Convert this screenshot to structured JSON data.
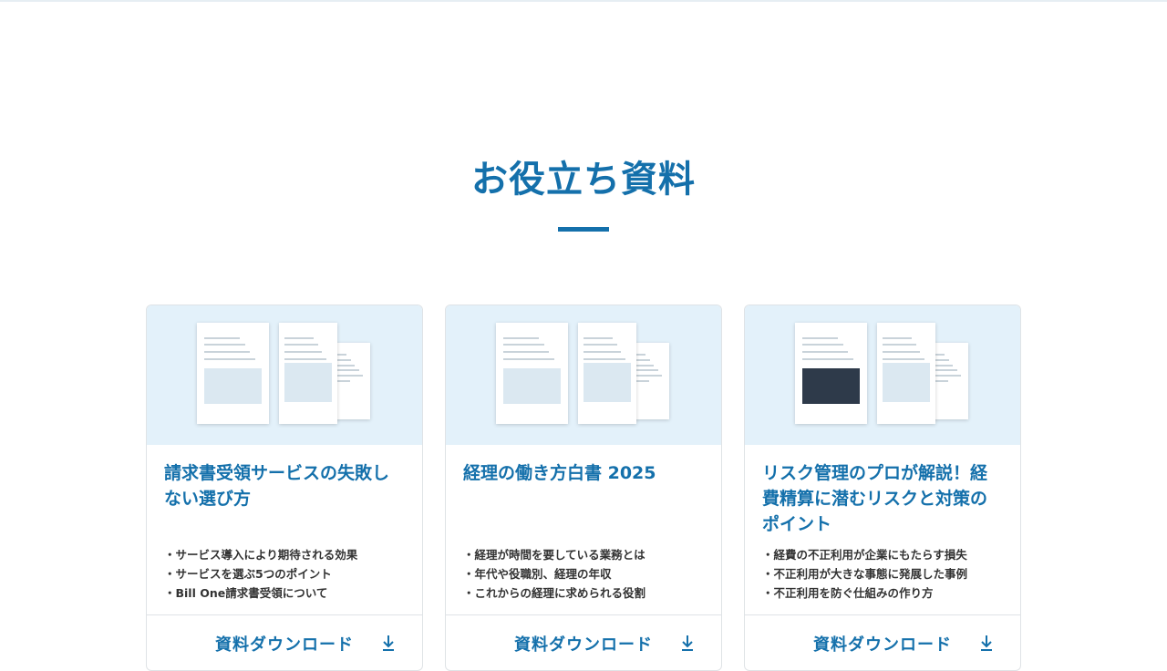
{
  "section": {
    "title": "お役立ち資料"
  },
  "cards": [
    {
      "title": "請求書受領サービスの失敗しない選び方",
      "bullets": [
        "・サービス導入により期待される効果",
        "・サービスを選ぶ5つのポイント",
        "・Bill One請求書受領について"
      ],
      "button": "資料ダウンロード",
      "icon": "download-icon"
    },
    {
      "title": "経理の働き方白書 2025",
      "bullets": [
        "・経理が時間を要している業務とは",
        "・年代や役職別、経理の年収",
        "・これからの経理に求められる役割"
      ],
      "button": "資料ダウンロード",
      "icon": "download-icon"
    },
    {
      "title": "リスク管理のプロが解説！経費精算に潜むリスクと対策のポイント",
      "bullets": [
        "・経費の不正利用が企業にもたらす損失",
        "・不正利用が大きな事態に発展した事例",
        "・不正利用を防ぐ仕組みの作り方"
      ],
      "button": "資料ダウンロード",
      "icon": "download-icon"
    }
  ],
  "colors": {
    "accent": "#1470ab",
    "thumb_bg": "#e3f1fa"
  }
}
